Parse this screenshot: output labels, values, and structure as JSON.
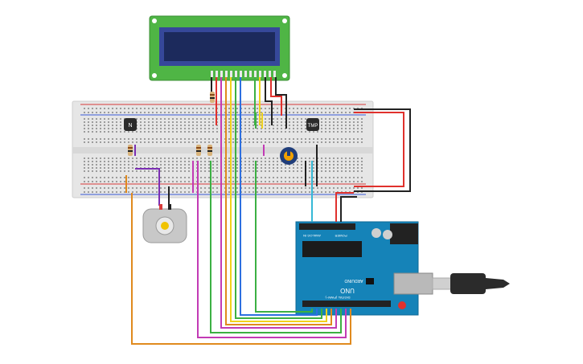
{
  "lcd": {
    "screen_color": "#1c2a5c",
    "board_color": "#4fb545"
  },
  "breadboard": {
    "color": "#e6e6e6",
    "rail_red": "#d83b3b",
    "rail_blue": "#3b5bd8"
  },
  "sensors": {
    "left_label": "N",
    "right_label": "TMP"
  },
  "arduino": {
    "board_color": "#1583b8",
    "brand": "ARDUINO",
    "model": "UNO",
    "digital_label": "DIGITAL (PWM~)",
    "power_label": "POWER",
    "analog_label": "ANALOG IN"
  },
  "wire_colors": {
    "red": "#e0312d",
    "black": "#222222",
    "orange": "#e08a1e",
    "yellow": "#f0d21c",
    "green": "#3cb043",
    "magenta": "#c23ab5",
    "purple": "#7b2fb3",
    "cyan": "#36b9d6",
    "blue": "#2d6fe0",
    "gray": "#9a9a9a"
  }
}
